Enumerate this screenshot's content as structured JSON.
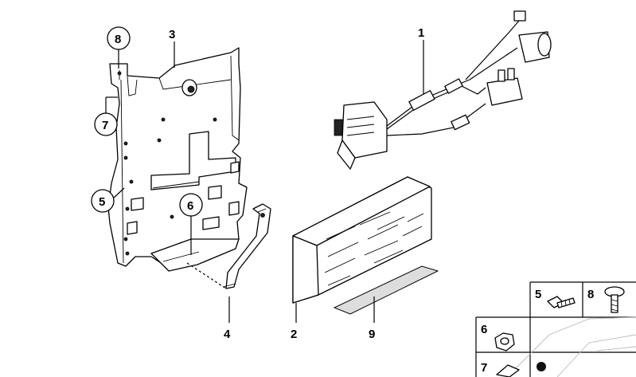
{
  "callouts": [
    {
      "id": "c1",
      "text": "1"
    },
    {
      "id": "c2",
      "text": "2"
    },
    {
      "id": "c3",
      "text": "3"
    },
    {
      "id": "c4",
      "text": "4"
    },
    {
      "id": "c5",
      "text": "5"
    },
    {
      "id": "c6",
      "text": "6"
    },
    {
      "id": "c7",
      "text": "7"
    },
    {
      "id": "c8",
      "text": "8"
    },
    {
      "id": "c9",
      "text": "9"
    }
  ],
  "inset": {
    "bolt_label": "5",
    "screw_label": "8",
    "nut_label": "6",
    "clip_label": "7"
  }
}
